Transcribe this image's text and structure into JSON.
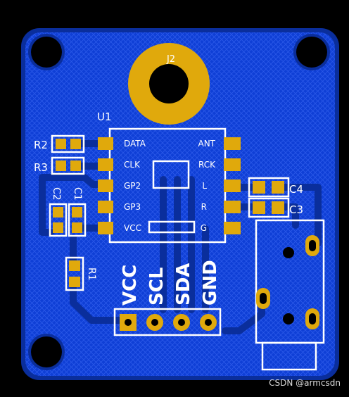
{
  "colors": {
    "board": "#0f3fd6",
    "board_dark": "#0a2e9c",
    "pad": "#e0a90c",
    "silk": "#ffffff",
    "hole": "#000000",
    "background": "#000000"
  },
  "labels": {
    "u1": "U1",
    "j2_partial": "J2",
    "r1": "R1",
    "r2": "R2",
    "r3": "R3",
    "c1": "C1",
    "c2": "C2",
    "c3": "C3",
    "c4": "C4",
    "pin_data": "DATA",
    "pin_clk": "CLK",
    "pin_gp2": "GP2",
    "pin_gp3": "GP3",
    "pin_vcc": "VCC",
    "pin_ant": "ANT",
    "pin_rck": "RCK",
    "pin_l": "L",
    "pin_r": "R",
    "pin_g": "G",
    "conn_vcc": "VCC",
    "conn_scl": "SCL",
    "conn_sda": "SDA",
    "conn_gnd": "GND",
    "watermark": "CSDN @armcsdn"
  }
}
